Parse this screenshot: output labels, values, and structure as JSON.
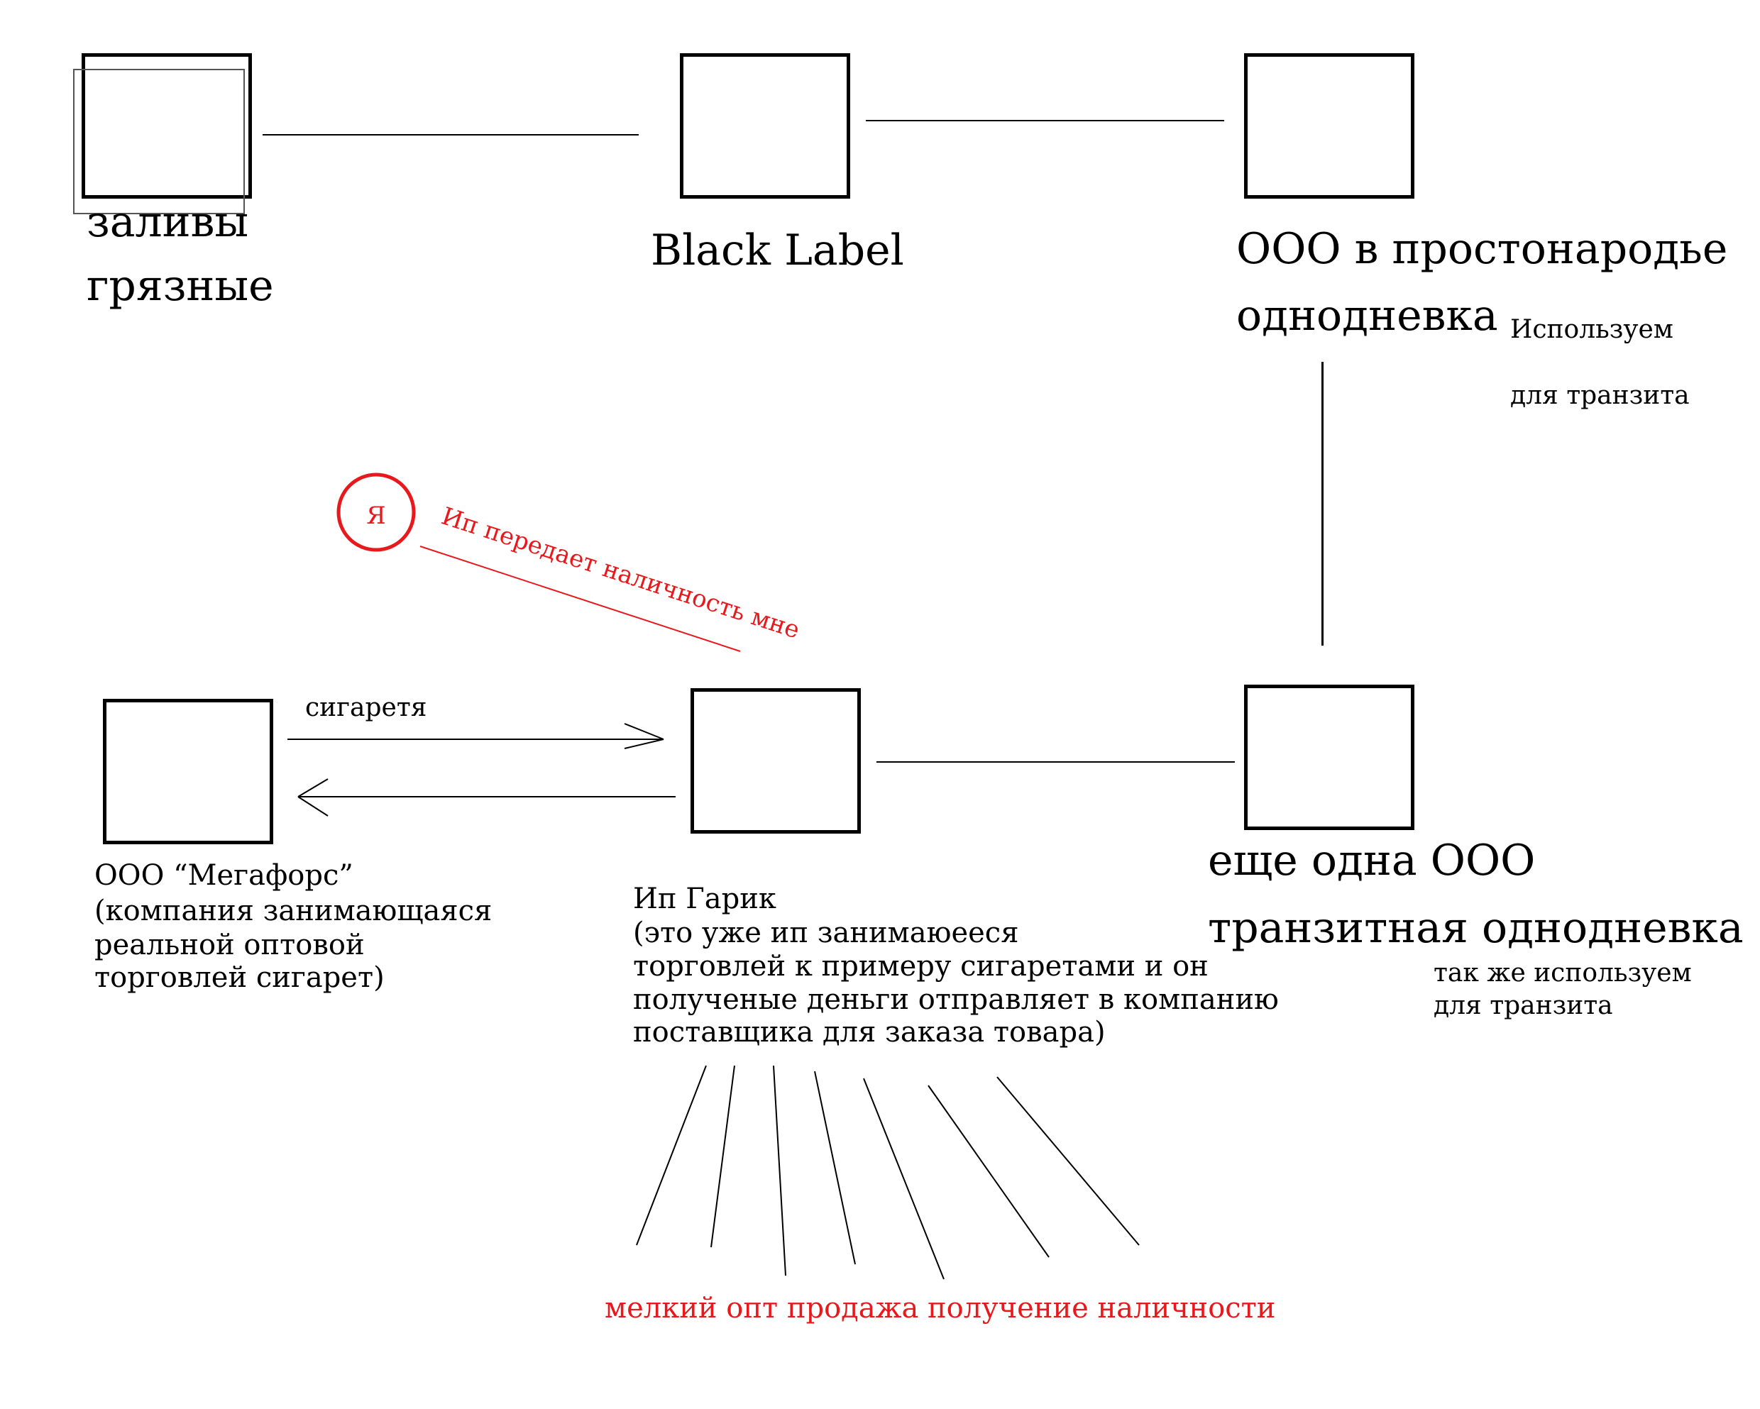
{
  "nodes": {
    "zalivy": {
      "label_line1": "заливы",
      "label_line2": "грязные"
    },
    "black_label": {
      "label": "Black Label"
    },
    "ooo_top": {
      "label_line1": "ООО в простонародье",
      "label_line2": "однодневка",
      "note_line1": "Используем",
      "note_line2": "для транзита"
    },
    "megafors": {
      "line1": "ООО “Мегафорс”",
      "line2": "(компания занимающаяся",
      "line3": "реальной оптовой",
      "line4": "торговлей сигарет)"
    },
    "ip_garik": {
      "line1": "Ип  Гарик",
      "line2": "(это уже ип занимаюееся",
      "line3": "торговлей к примеру сигаретами и он",
      "line4": "полученые деньги отправляет в компанию",
      "line5": "поставщика для заказа товара)"
    },
    "ooo_bottom": {
      "label_line1": "еще одна  ООО",
      "label_line2": "транзитная однодневка",
      "note_line1": "так же используем",
      "note_line2": "для транзита"
    }
  },
  "edges": {
    "cigarettes_label": "сигаретя",
    "ya_label": "Я",
    "cash_note": "Ип передает наличность мне",
    "fan_label": "мелкий опт  продажа получение наличности"
  },
  "colors": {
    "ink": "#000000",
    "accent": "#e8191c"
  }
}
